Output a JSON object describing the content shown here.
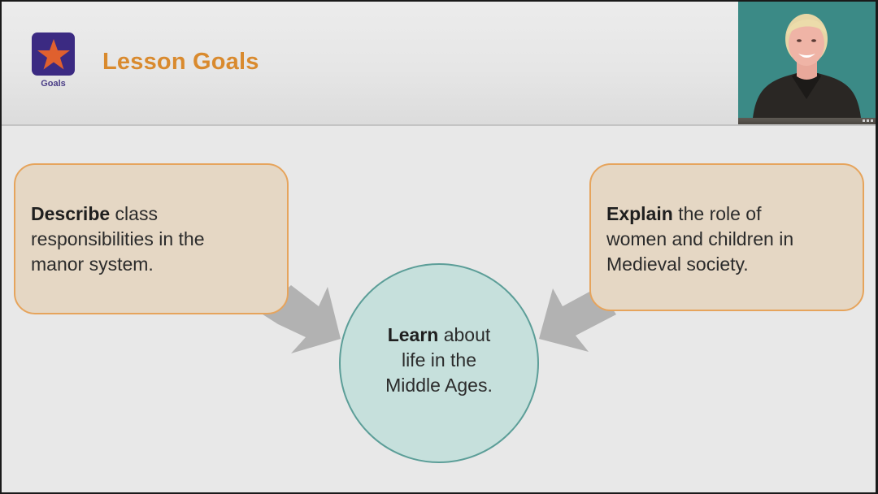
{
  "header": {
    "icon": "star-icon",
    "icon_label": "Goals",
    "title": "Lesson Goals",
    "colors": {
      "title": "#d98a2e",
      "icon_bg": "#3b2a82",
      "icon_star": "#e0602e"
    }
  },
  "video_pip": {
    "description": "presenter-webcam",
    "background": "#3b8a86"
  },
  "diagram": {
    "left_goal": {
      "bold": "Describe",
      "lines": [
        " class",
        "responsibilities in the",
        "manor system."
      ]
    },
    "right_goal": {
      "bold": "Explain",
      "lines": [
        " the role of",
        "women and children in",
        "Medieval society."
      ]
    },
    "center_goal": {
      "bold": "Learn",
      "lines": [
        " about",
        "life in the",
        "Middle Ages."
      ]
    },
    "colors": {
      "box_fill": "#e5d7c4",
      "box_border": "#e6a45c",
      "circle_fill": "#c6e0dc",
      "circle_border": "#5c9e98",
      "arrow": "#b2b2b2"
    }
  }
}
